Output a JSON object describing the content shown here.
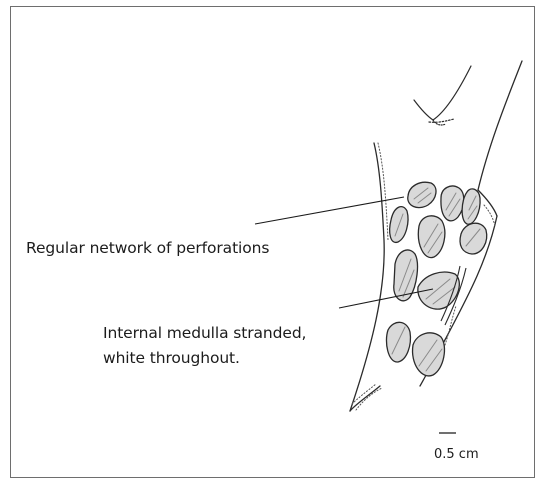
{
  "labels": {
    "network": "Regular network of perforations",
    "medulla_line1": "Internal medulla stranded,",
    "medulla_line2": "white throughout."
  },
  "scale": {
    "text": "0.5 cm"
  },
  "colors": {
    "ink": "#2b2b2b",
    "border": "#6e6e6e",
    "hatch": "#8a8a8a"
  }
}
